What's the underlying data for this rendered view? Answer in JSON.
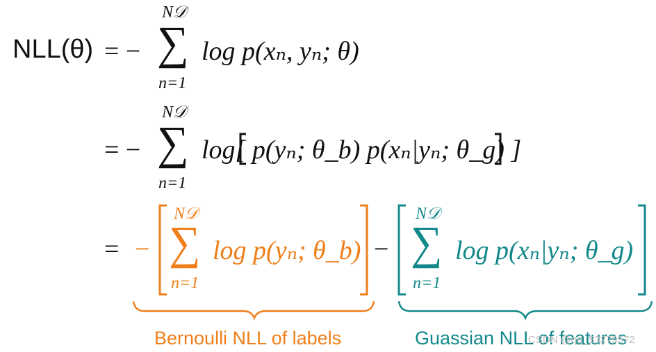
{
  "equation": {
    "line1": {
      "lhs": "NLL(θ)",
      "equals": "= −",
      "sum_upper": "N𝒟",
      "sum_lower": "n=1",
      "term": "log p(xₙ, yₙ; θ)"
    },
    "line2": {
      "equals": "= −",
      "sum_upper": "N𝒟",
      "sum_lower": "n=1",
      "term": "log[ p(yₙ; θ_b) p(xₙ|yₙ; θ_g) ]"
    },
    "line3": {
      "equals": "=",
      "left_part": {
        "minus": "−",
        "sum_upper": "N𝒟",
        "sum_lower": "n=1",
        "term": "log p(yₙ; θ_b)",
        "color": "#ef7f1a"
      },
      "right_part": {
        "minus": "−",
        "sum_upper": "N𝒟",
        "sum_lower": "n=1",
        "term": "log p(xₙ|yₙ; θ_g)",
        "color": "#13888a"
      }
    }
  },
  "captions": {
    "left": "Bernoulli NLL of labels",
    "right": "Guassian NLL of features"
  },
  "watermark": "CSDN @qq_53279572"
}
